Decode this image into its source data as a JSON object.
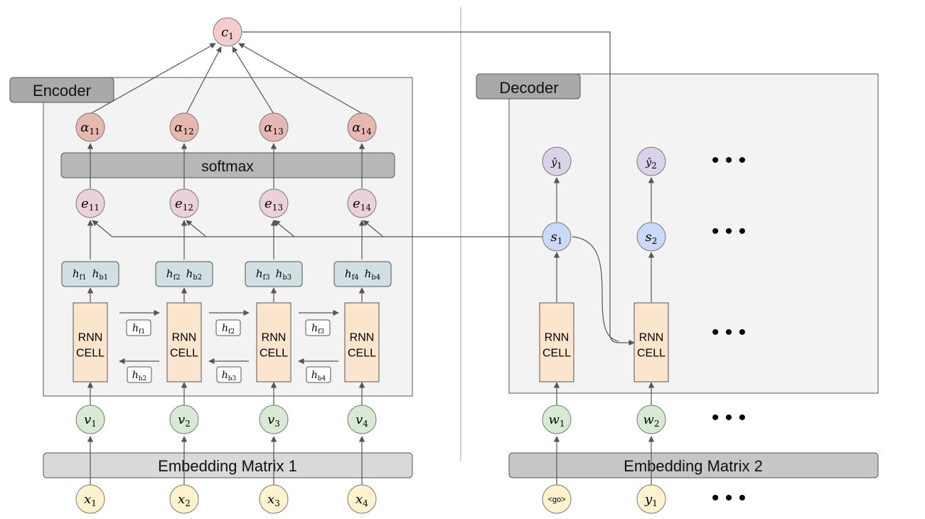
{
  "encoder": {
    "title": "Encoder",
    "softmax_label": "softmax",
    "embedding_label": "Embedding Matrix 1",
    "context_node": {
      "base": "c",
      "sub": "1"
    },
    "alpha_nodes": [
      {
        "base": "α",
        "sub": "11"
      },
      {
        "base": "α",
        "sub": "12"
      },
      {
        "base": "α",
        "sub": "13"
      },
      {
        "base": "α",
        "sub": "14"
      }
    ],
    "e_nodes": [
      {
        "base": "e",
        "sub": "11"
      },
      {
        "base": "e",
        "sub": "12"
      },
      {
        "base": "e",
        "sub": "13"
      },
      {
        "base": "e",
        "sub": "14"
      }
    ],
    "hidden_boxes": [
      {
        "f": "f1",
        "b": "b1"
      },
      {
        "f": "f2",
        "b": "b2"
      },
      {
        "f": "f3",
        "b": "b3"
      },
      {
        "f": "f4",
        "b": "b4"
      }
    ],
    "cell_label_line1": "RNN",
    "cell_label_line2": "CELL",
    "forward_state_labels": [
      "f1",
      "f2",
      "f3"
    ],
    "backward_state_labels": [
      "b2",
      "b3",
      "b4"
    ],
    "v_nodes": [
      {
        "base": "v",
        "sub": "1"
      },
      {
        "base": "v",
        "sub": "2"
      },
      {
        "base": "v",
        "sub": "3"
      },
      {
        "base": "v",
        "sub": "4"
      }
    ],
    "x_nodes": [
      {
        "base": "x",
        "sub": "1"
      },
      {
        "base": "x",
        "sub": "2"
      },
      {
        "base": "x",
        "sub": "3"
      },
      {
        "base": "x",
        "sub": "4"
      }
    ]
  },
  "decoder": {
    "title": "Decoder",
    "embedding_label": "Embedding Matrix 2",
    "yhat_nodes": [
      {
        "base": "ŷ",
        "sub": "1"
      },
      {
        "base": "ŷ",
        "sub": "2"
      }
    ],
    "s_nodes": [
      {
        "base": "s",
        "sub": "1"
      },
      {
        "base": "s",
        "sub": "2"
      }
    ],
    "cell_label_line1": "RNN",
    "cell_label_line2": "CELL",
    "w_nodes": [
      {
        "base": "w",
        "sub": "1"
      },
      {
        "base": "w",
        "sub": "2"
      }
    ],
    "input_go_label": "<go>",
    "input_y_node": {
      "base": "y",
      "sub": "1"
    },
    "ellipsis": "• • •"
  },
  "colors": {
    "panel_bg": "#f3f3f3",
    "title_tab": "#a9a9a9",
    "softmax_bar": "#b7b7b7",
    "embedding_bar": "#d9d9d9",
    "context_fill": "#f4cccc",
    "alpha_fill": "#e6b8af",
    "e_fill": "#ead1dc",
    "hidden_fill": "#d0e0e3",
    "cell_fill": "#fce5cd",
    "v_fill": "#d9ead3",
    "x_fill": "#fff2cc",
    "s_fill": "#c9daf8",
    "yhat_fill": "#d9d2e9",
    "divider": "#9b96c9"
  }
}
